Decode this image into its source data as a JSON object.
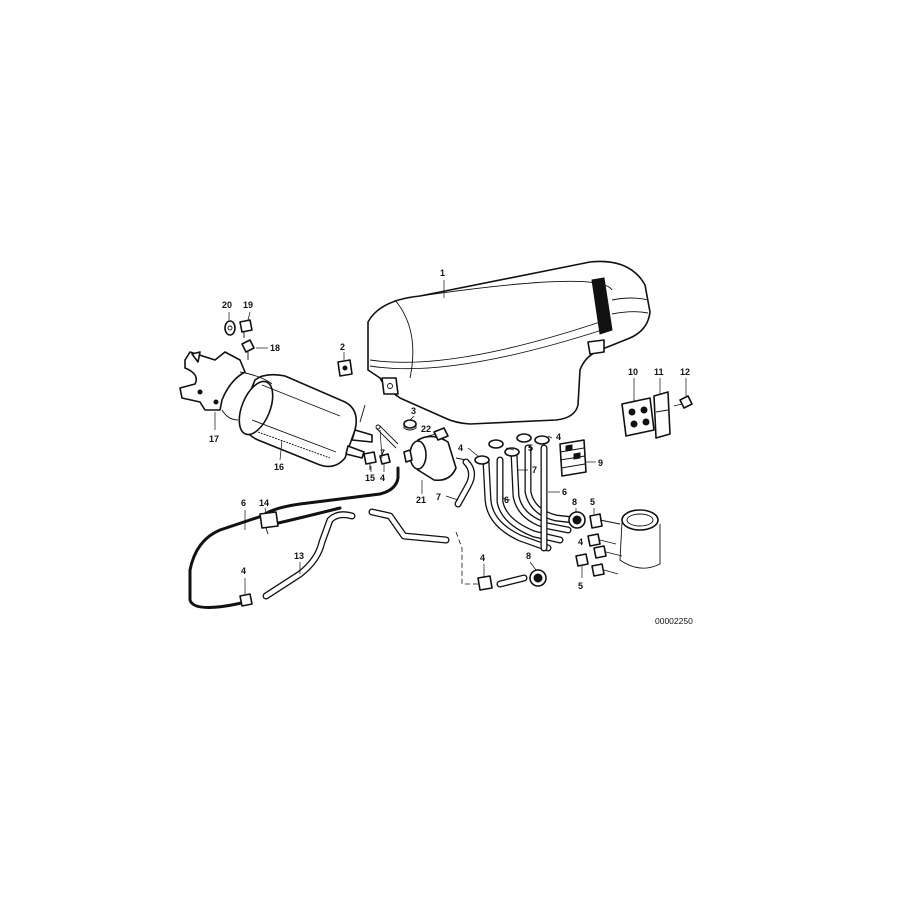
{
  "diagram": {
    "reference_number": "00002250",
    "callouts": [
      {
        "id": "c1",
        "text": "1"
      },
      {
        "id": "c2",
        "text": "2"
      },
      {
        "id": "c3",
        "text": "3"
      },
      {
        "id": "c4a",
        "text": "4"
      },
      {
        "id": "c4b",
        "text": "4"
      },
      {
        "id": "c4c",
        "text": "4"
      },
      {
        "id": "c4d",
        "text": "4"
      },
      {
        "id": "c4e",
        "text": "4"
      },
      {
        "id": "c4f",
        "text": "4"
      },
      {
        "id": "c5a",
        "text": "5"
      },
      {
        "id": "c5b",
        "text": "5"
      },
      {
        "id": "c5c",
        "text": "5"
      },
      {
        "id": "c6a",
        "text": "6"
      },
      {
        "id": "c6b",
        "text": "6"
      },
      {
        "id": "c6c",
        "text": "6"
      },
      {
        "id": "c7a",
        "text": "7"
      },
      {
        "id": "c7b",
        "text": "7"
      },
      {
        "id": "c7c",
        "text": "7"
      },
      {
        "id": "c8a",
        "text": "8"
      },
      {
        "id": "c8b",
        "text": "8"
      },
      {
        "id": "c9",
        "text": "9"
      },
      {
        "id": "c10",
        "text": "10"
      },
      {
        "id": "c11",
        "text": "11"
      },
      {
        "id": "c12",
        "text": "12"
      },
      {
        "id": "c13",
        "text": "13"
      },
      {
        "id": "c14",
        "text": "14"
      },
      {
        "id": "c15",
        "text": "15"
      },
      {
        "id": "c16",
        "text": "16"
      },
      {
        "id": "c17",
        "text": "17"
      },
      {
        "id": "c18",
        "text": "18"
      },
      {
        "id": "c19",
        "text": "19"
      },
      {
        "id": "c20",
        "text": "20"
      },
      {
        "id": "c21",
        "text": "21"
      },
      {
        "id": "c22",
        "text": "22"
      }
    ]
  }
}
